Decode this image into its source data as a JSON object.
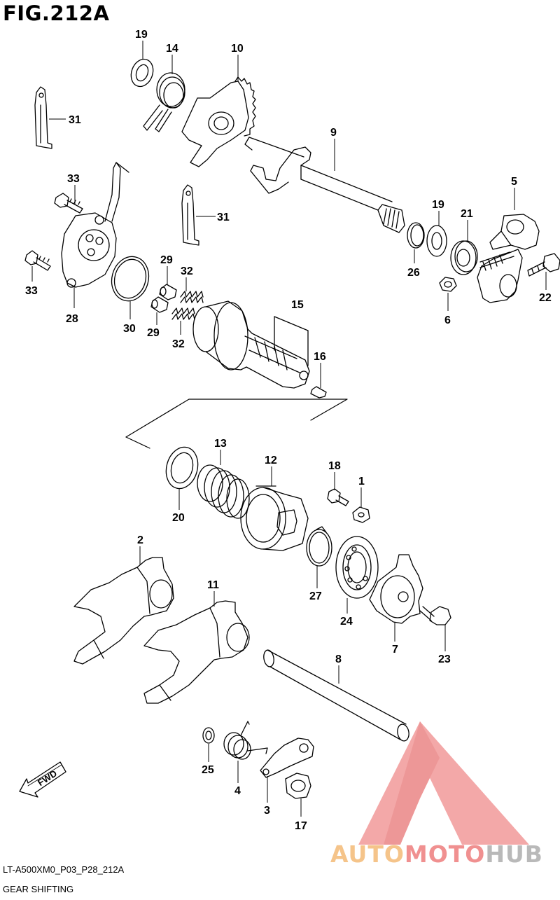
{
  "figure": {
    "title": "FIG.212A",
    "code": "LT-A500XM0_P03_P28_212A",
    "subtitle": "GEAR SHIFTING"
  },
  "arrow_label": "FWD",
  "watermark": {
    "part1": "AUTO",
    "part2": "MOTO",
    "part3": "HUB"
  },
  "colors": {
    "line": "#000000",
    "watermark_red": "#e87b7b",
    "watermark_orange": "#f5b878",
    "watermark_gray": "#b3b3b3"
  },
  "callouts": [
    {
      "key": "n19a",
      "text": "19"
    },
    {
      "key": "n14",
      "text": "14"
    },
    {
      "key": "n10",
      "text": "10"
    },
    {
      "key": "n31a",
      "text": "31"
    },
    {
      "key": "n9",
      "text": "9"
    },
    {
      "key": "n33a",
      "text": "33"
    },
    {
      "key": "n31b",
      "text": "31"
    },
    {
      "key": "n5",
      "text": "5"
    },
    {
      "key": "n19b",
      "text": "19"
    },
    {
      "key": "n21",
      "text": "21"
    },
    {
      "key": "n26",
      "text": "26"
    },
    {
      "key": "n33b",
      "text": "33"
    },
    {
      "key": "n28",
      "text": "28"
    },
    {
      "key": "n29a",
      "text": "29"
    },
    {
      "key": "n32a",
      "text": "32"
    },
    {
      "key": "n22",
      "text": "22"
    },
    {
      "key": "n6",
      "text": "6"
    },
    {
      "key": "n15",
      "text": "15"
    },
    {
      "key": "n30",
      "text": "30"
    },
    {
      "key": "n29b",
      "text": "29"
    },
    {
      "key": "n32b",
      "text": "32"
    },
    {
      "key": "n16",
      "text": "16"
    },
    {
      "key": "n13",
      "text": "13"
    },
    {
      "key": "n12",
      "text": "12"
    },
    {
      "key": "n18",
      "text": "18"
    },
    {
      "key": "n1",
      "text": "1"
    },
    {
      "key": "n20",
      "text": "20"
    },
    {
      "key": "n2",
      "text": "2"
    },
    {
      "key": "n11",
      "text": "11"
    },
    {
      "key": "n27",
      "text": "27"
    },
    {
      "key": "n24",
      "text": "24"
    },
    {
      "key": "n7",
      "text": "7"
    },
    {
      "key": "n23",
      "text": "23"
    },
    {
      "key": "n8",
      "text": "8"
    },
    {
      "key": "n25",
      "text": "25"
    },
    {
      "key": "n4",
      "text": "4"
    },
    {
      "key": "n3",
      "text": "3"
    },
    {
      "key": "n17",
      "text": "17"
    }
  ]
}
